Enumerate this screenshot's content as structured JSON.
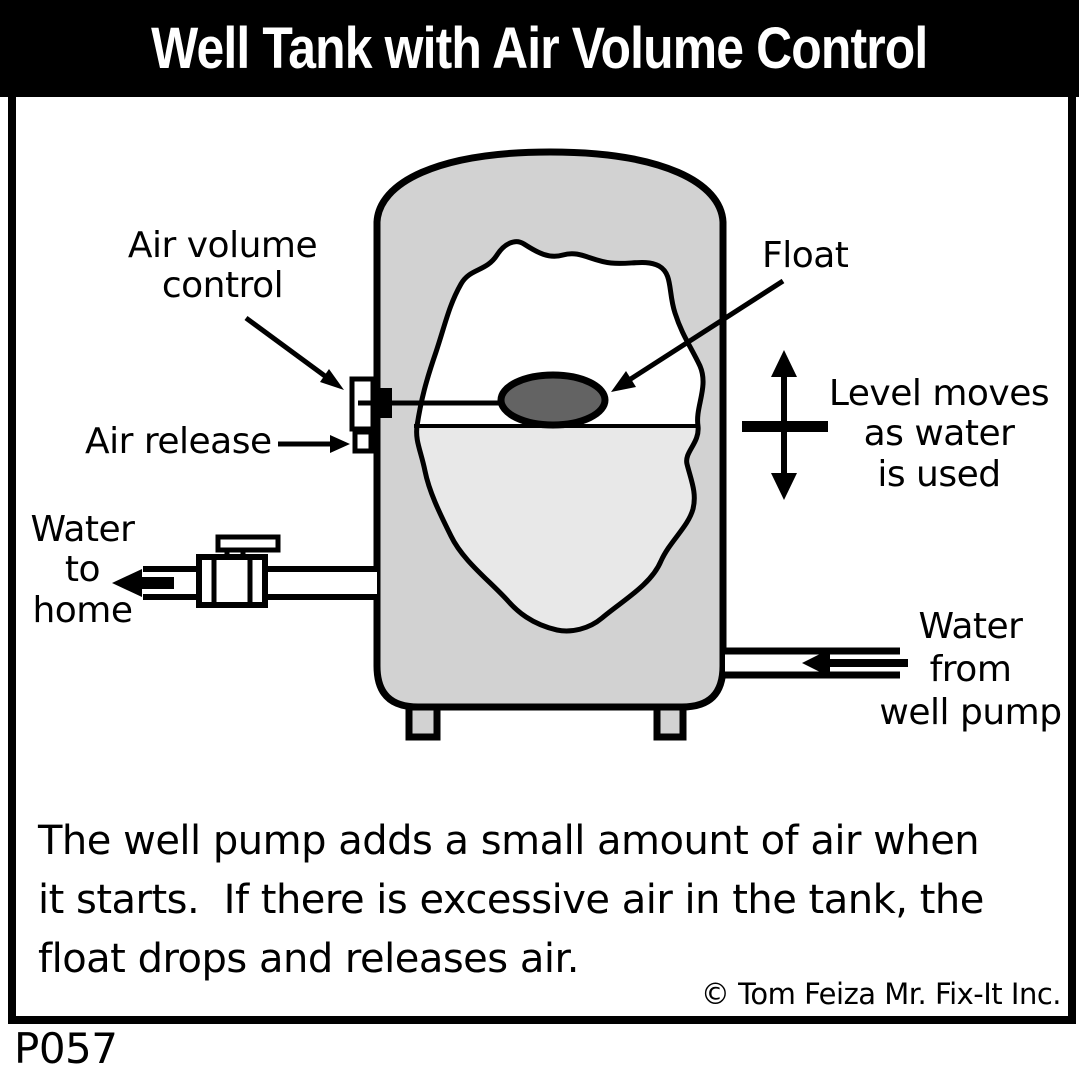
{
  "title": "Well Tank with Air Volume Control",
  "labels": {
    "air_volume_control": "Air volume\ncontrol",
    "air_release": "Air release",
    "float": "Float",
    "level_moves": "Level moves\nas water\nis used",
    "water_to_home": "Water\nto\nhome",
    "water_from_well_pump": "Water\nfrom\nwell pump"
  },
  "caption": "The well pump adds a small amount of air when\nit starts.  If there is excessive air in the tank, the\nfloat drops and releases air.",
  "credit": "© Tom Feiza Mr. Fix-It Inc.",
  "figure_code": "P057",
  "colors": {
    "tank_body": "#d2d2d2",
    "water": "#e8e8e8",
    "float": "#636363",
    "line": "#000000",
    "title_bg": "#000000",
    "title_text": "#ffffff",
    "paper": "#ffffff"
  }
}
